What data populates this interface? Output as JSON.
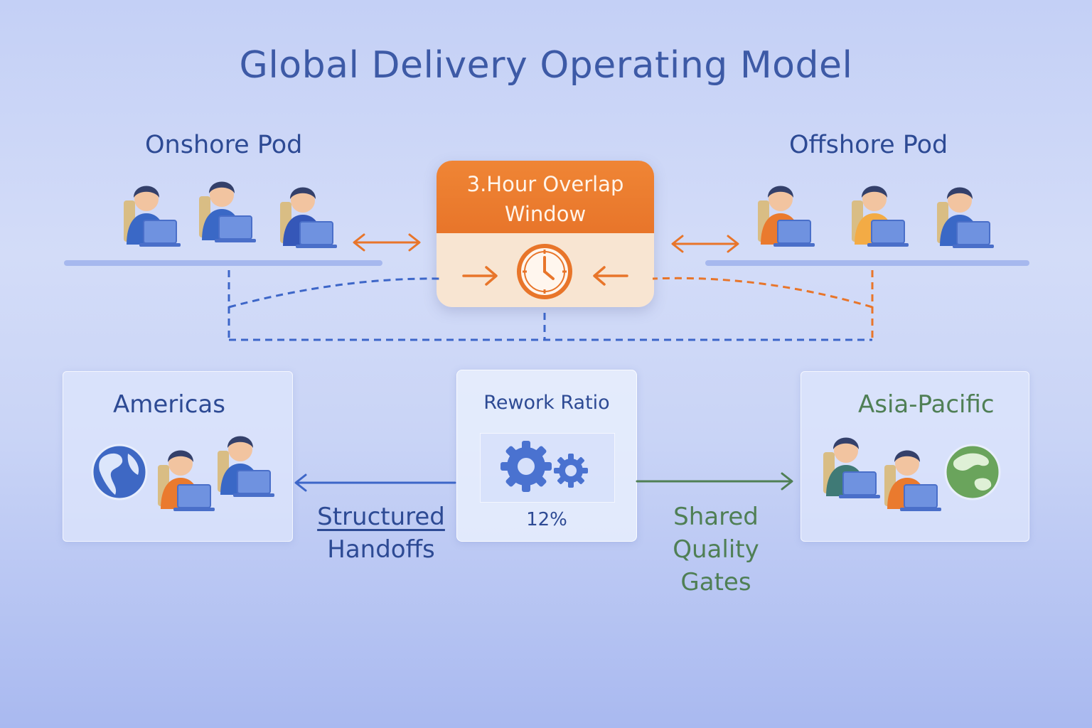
{
  "title": "Global Delivery Operating Model",
  "onshore": {
    "label": "Onshore Pod"
  },
  "offshore": {
    "label": "Offshore Pod"
  },
  "overlap": {
    "line1": "3.Hour Overlap",
    "line2": "Window",
    "icon": "clock-icon"
  },
  "regions": {
    "americas": {
      "label": "Americas",
      "icon": "globe-icon"
    },
    "apac": {
      "label": "Asia-Pacific",
      "icon": "globe-icon"
    }
  },
  "rework": {
    "label": "Rework Ratio",
    "value": "12%",
    "icon": "gears-icon"
  },
  "flows": {
    "left": {
      "line1": "Structured",
      "line2": "Handoffs"
    },
    "right": {
      "line1": "Shared",
      "line2": "Quality",
      "line3": "Gates"
    }
  },
  "colors": {
    "navy": "#2d4a94",
    "blue": "#3d66c8",
    "orange": "#e8752a",
    "green": "#4f7f55",
    "green_globe": "#6aa45c"
  }
}
